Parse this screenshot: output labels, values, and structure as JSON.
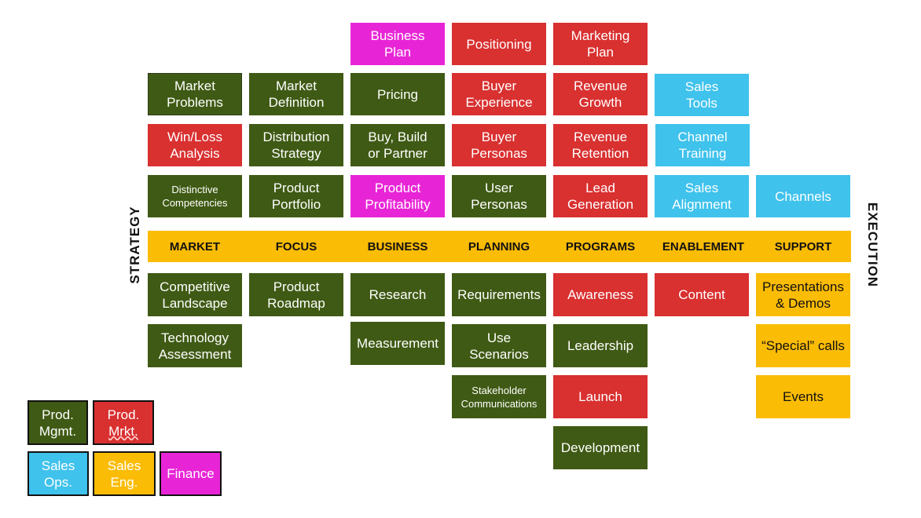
{
  "side_labels": {
    "left": "STRATEGY",
    "right": "EXECUTION"
  },
  "categories": [
    "MARKET",
    "FOCUS",
    "BUSINESS",
    "PLANNING",
    "PROGRAMS",
    "ENABLEMENT",
    "SUPPORT"
  ],
  "colors": {
    "prod_mgmt": "#3f5a14",
    "prod_mrkt": "#d93030",
    "sales_ops": "#3fc2ec",
    "sales_eng": "#fbbc06",
    "finance": "#e825d6"
  },
  "columns": {
    "market": {
      "above": [
        "Market\nProblems",
        "Win/Loss\nAnalysis",
        "Distinctive\nCompetencies"
      ],
      "below": [
        "Competitive\nLandscape",
        "Technology\nAssessment"
      ]
    },
    "focus": {
      "above": [
        "Market\nDefinition",
        "Distribution\nStrategy",
        "Product\nPortfolio"
      ],
      "below": [
        "Product\nRoadmap"
      ]
    },
    "business": {
      "above": [
        "Business\nPlan",
        "Pricing",
        "Buy, Build\nor Partner",
        "Product\nProfitability"
      ],
      "below": [
        "Research",
        "Measurement"
      ]
    },
    "planning": {
      "above": [
        "Positioning",
        "Buyer\nExperience",
        "Buyer\nPersonas",
        "User\nPersonas"
      ],
      "below": [
        "Requirements",
        "Use\nScenarios",
        "Stakeholder\nCommunications"
      ]
    },
    "programs": {
      "above": [
        "Marketing\nPlan",
        "Revenue\nGrowth",
        "Revenue\nRetention",
        "Lead\nGeneration"
      ],
      "below": [
        "Awareness",
        "Leadership",
        "Launch",
        "Development"
      ]
    },
    "enablement": {
      "above": [
        "Sales\nTools",
        "Channel\nTraining",
        "Sales\nAlignment"
      ],
      "below": [
        "Content"
      ]
    },
    "support": {
      "above": [
        "Channels"
      ],
      "below": [
        "Presentations\n& Demos",
        "“Special” calls",
        "Events"
      ]
    }
  },
  "legend": {
    "prod_mgmt": "Prod.\nMgmt.",
    "prod_mrkt_line1": "Prod.",
    "prod_mrkt_line2": "Mrkt.",
    "sales_ops": "Sales\nOps.",
    "sales_eng": "Sales\nEng.",
    "finance": "Finance"
  }
}
